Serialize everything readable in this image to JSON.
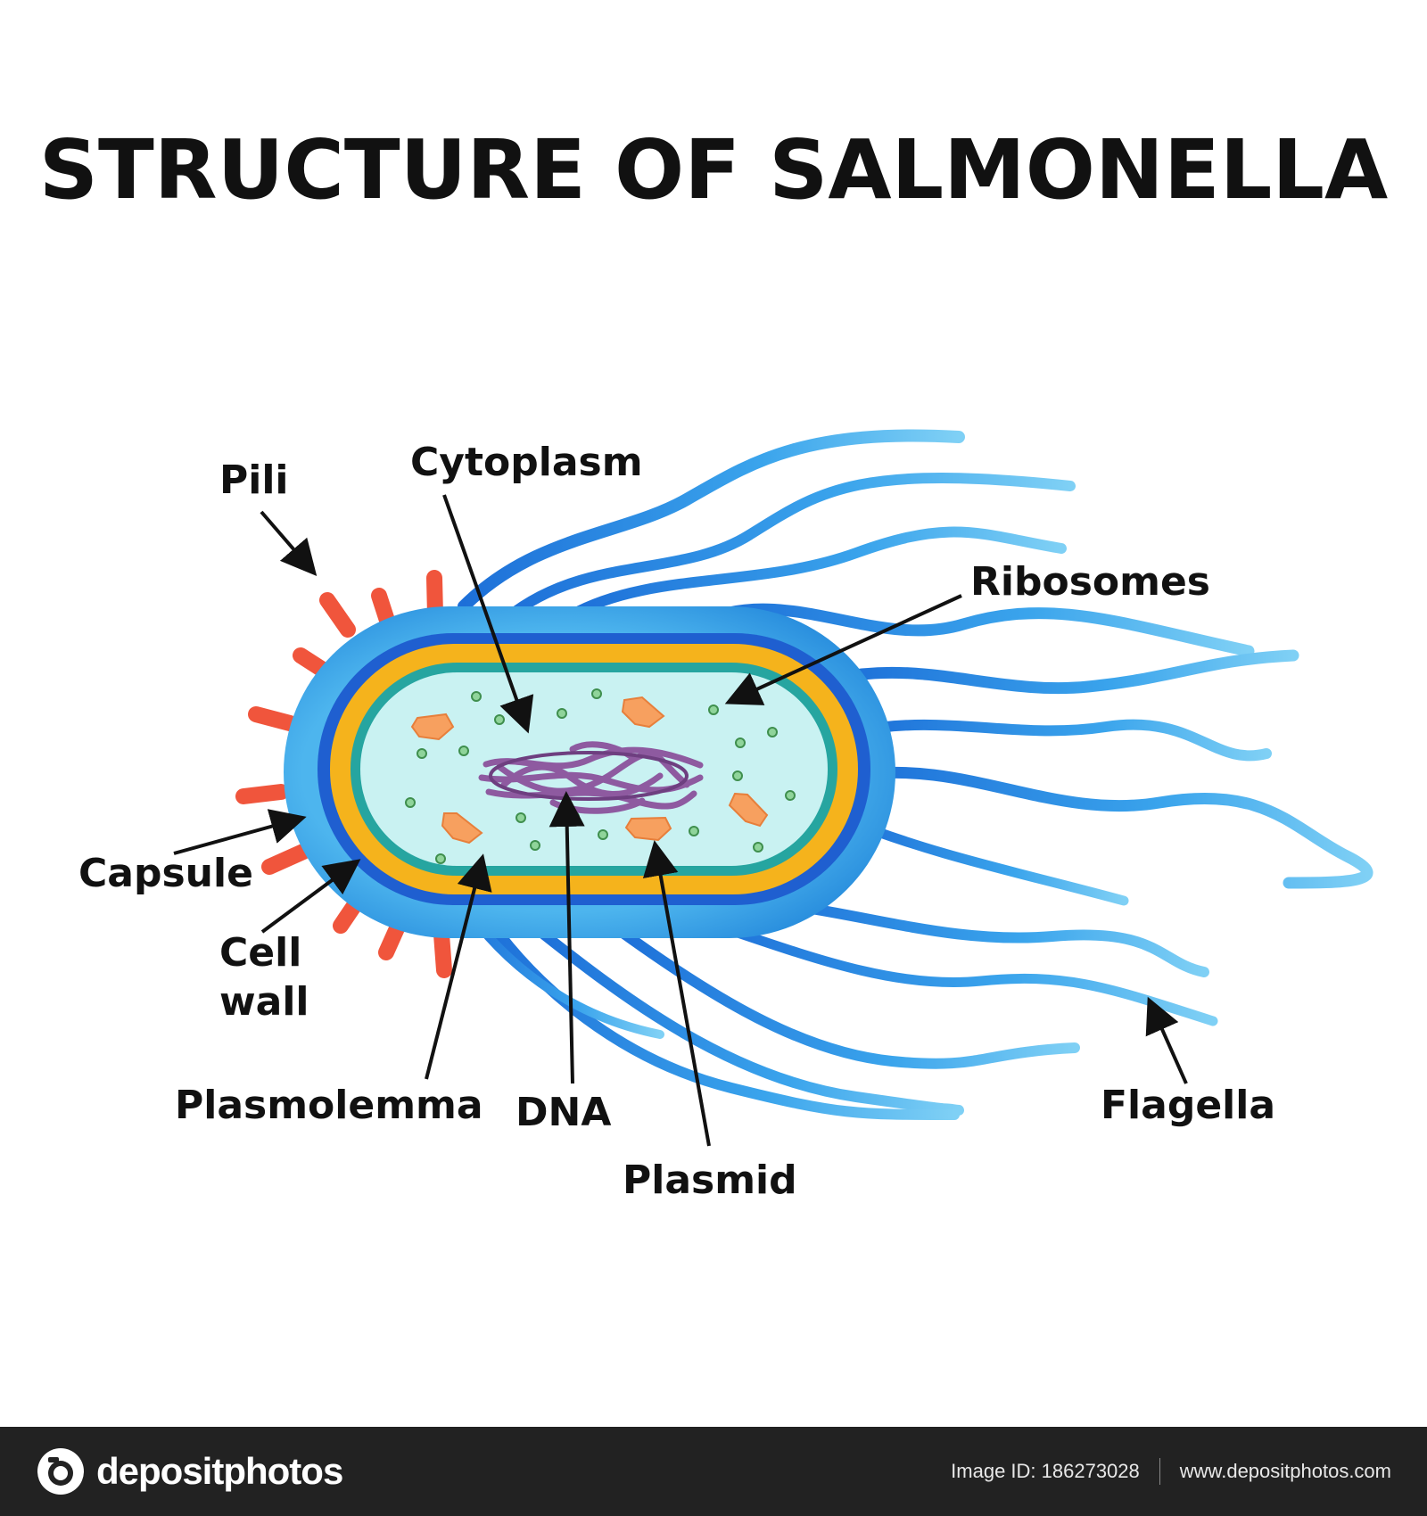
{
  "title": "STRUCTURE OF SALMONELLA",
  "labels": {
    "pili": "Pili",
    "cytoplasm": "Cytoplasm",
    "ribosomes": "Ribosomes",
    "capsule": "Capsule",
    "cell_wall_line1": "Cell",
    "cell_wall_line2": "wall",
    "plasmolemma": "Plasmolemma",
    "dna": "DNA",
    "plasmid": "Plasmid",
    "flagella": "Flagella"
  },
  "footer": {
    "brand": "depositphotos",
    "image_id": "Image ID: 186273028",
    "url": "www.depositphotos.com"
  },
  "colors": {
    "capsule": "#3aa4e6",
    "cell_wall": "#1f5fd0",
    "membrane_outer": "#f5b31c",
    "membrane_inner": "#26a5a0",
    "cytoplasm": "#c9f2f2",
    "flagella": "#2b8fe3",
    "pili": "#f0553c",
    "plasmid": "#f7a05f",
    "ribosome": "#8fd49a",
    "dna": "#8e5aa0",
    "footer_bg": "#222222"
  }
}
